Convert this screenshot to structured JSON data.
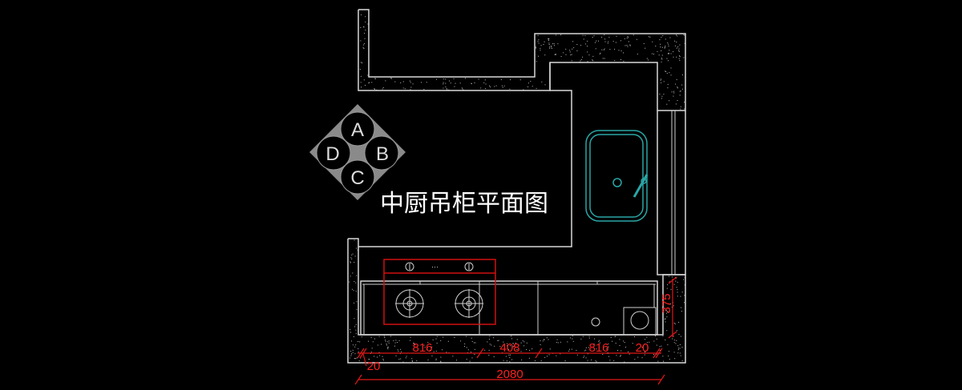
{
  "drawing": {
    "title": "中厨吊柜平面图",
    "compass": {
      "labels": [
        "A",
        "B",
        "C",
        "D"
      ]
    },
    "dimensions": {
      "segments": [
        "816",
        "408",
        "816",
        "20"
      ],
      "left_offset": "20",
      "total": "2080",
      "right_depth": "375"
    },
    "colors": {
      "background": "#000000",
      "walls": "#d8d8d8",
      "dimension": "#ff2020",
      "sink": "#2aa6a6",
      "hob": "#d01010"
    }
  }
}
